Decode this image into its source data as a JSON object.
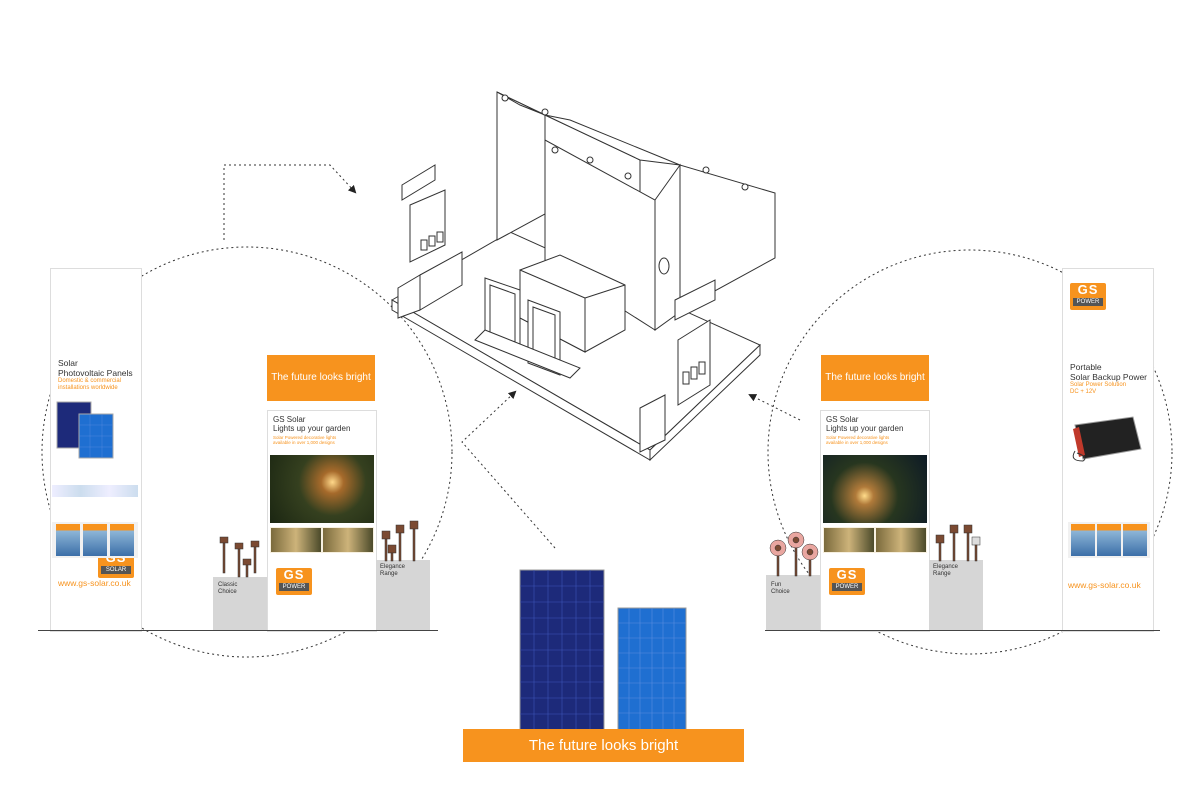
{
  "slogan": "The future looks bright",
  "left_stand": {
    "logo": {
      "main": "GS",
      "sub": "SOLAR"
    },
    "panel_title": "Solar\nPhotovoltaic Panels",
    "panel_sub": "Domestic & commercial\ninstallations worldwide",
    "url": "www.gs-solar.co.uk",
    "banner": "The future looks bright",
    "poster_title": "GS Solar\nLights up your garden",
    "poster_sub": "Solar Powered decorative lights\navailable in over 1,000 designs",
    "counter_logo": {
      "main": "GS",
      "sub": "POWER"
    },
    "label_classic": "Classic\nChoice",
    "label_elegance": "Elegance\nRange"
  },
  "right_stand": {
    "logo": {
      "main": "GS",
      "sub": "POWER"
    },
    "panel_title": "Portable\nSolar Backup Power",
    "panel_sub": "Solar Power Solution\nDC + 12V",
    "url": "www.gs-solar.co.uk",
    "banner": "The future looks bright",
    "poster_title": "GS Solar\nLights up your garden",
    "poster_sub": "Solar Powered decorative lights\navailable in over 1,000 designs",
    "counter_logo": {
      "main": "GS",
      "sub": "POWER"
    },
    "label_fun": "Fun\nChoice",
    "label_elegance": "Elegance\nRange"
  },
  "bottom_banner": "The future looks bright",
  "colors": {
    "accent": "#f7931e",
    "panel_dark": "#1d2a7a",
    "panel_light": "#1f6fd1",
    "pedestal": "#d6d6d6"
  }
}
